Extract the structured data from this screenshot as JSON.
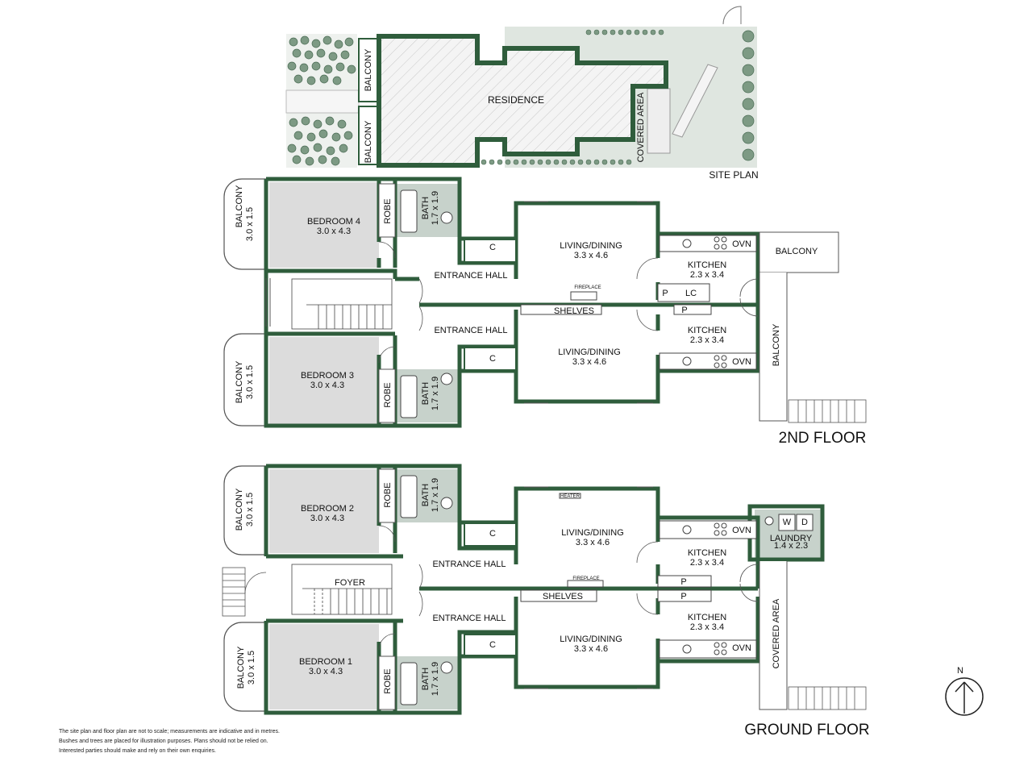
{
  "colors": {
    "wall": "#2f5d3c",
    "room_grey": "#dcdcdc",
    "wet_room": "#c7d2cb",
    "site_green": "#dfe6e0",
    "tree": "#7d9a84",
    "tree_dark": "#4a6b54"
  },
  "site_plan": {
    "title": "SITE PLAN",
    "residence": "RESIDENCE",
    "balcony_top": "BALCONY",
    "balcony_bottom": "BALCONY",
    "covered_area": "COVERED AREA"
  },
  "second_floor": {
    "title": "2ND FLOOR",
    "balcony_4": "BALCONY",
    "balcony_4_size": "3.0 x 1.5",
    "bedroom_4": "BEDROOM 4",
    "bedroom_4_size": "3.0 x 4.3",
    "robe_4": "ROBE",
    "bath_4": "BATH",
    "bath_4_size": "1.7 x 1.9",
    "c_upper": "C",
    "entrance_hall_upper": "ENTRANCE HALL",
    "living_upper": "LIVING/DINING",
    "living_upper_size": "3.3 x 4.6",
    "fireplace": "FIREPLACE",
    "shelves": "SHELVES",
    "kitchen_upper": "KITCHEN",
    "kitchen_upper_size": "2.3 x 3.4",
    "ovn_upper": "OVN",
    "p_upper": "P",
    "lc": "LC",
    "p_lower": "P",
    "balcony_right": "BALCONY",
    "balcony_side": "BALCONY",
    "entrance_hall_lower": "ENTRANCE HALL",
    "c_lower": "C",
    "living_lower": "LIVING/DINING",
    "living_lower_size": "3.3 x 4.6",
    "kitchen_lower": "KITCHEN",
    "kitchen_lower_size": "2.3 x 3.4",
    "ovn_lower": "OVN",
    "balcony_3": "BALCONY",
    "balcony_3_size": "3.0 x 1.5",
    "bedroom_3": "BEDROOM 3",
    "bedroom_3_size": "3.0 x 4.3",
    "robe_3": "ROBE",
    "bath_3": "BATH",
    "bath_3_size": "1.7 x 1.9"
  },
  "ground_floor": {
    "title": "GROUND FLOOR",
    "balcony_2": "BALCONY",
    "balcony_2_size": "3.0 x 1.5",
    "bedroom_2": "BEDROOM 2",
    "bedroom_2_size": "3.0 x 4.3",
    "robe_2": "ROBE",
    "bath_2": "BATH",
    "bath_2_size": "1.7 x 1.9",
    "c_upper": "C",
    "entrance_hall_upper": "ENTRANCE HALL",
    "heater": "HEATER",
    "living_upper": "LIVING/DINING",
    "living_upper_size": "3.3 x 4.6",
    "fireplace": "FIREPLACE",
    "shelves": "SHELVES",
    "kitchen_upper": "KITCHEN",
    "kitchen_upper_size": "2.3 x 3.4",
    "ovn_upper": "OVN",
    "p_upper": "P",
    "p_lower": "P",
    "laundry": "LAUNDRY",
    "laundry_size": "1.4 x 2.3",
    "w": "W",
    "d": "D",
    "foyer": "FOYER",
    "entrance_hall_lower": "ENTRANCE HALL",
    "c_lower": "C",
    "living_lower": "LIVING/DINING",
    "living_lower_size": "3.3 x 4.6",
    "kitchen_lower": "KITCHEN",
    "kitchen_lower_size": "2.3 x 3.4",
    "ovn_lower": "OVN",
    "covered_area": "COVERED AREA",
    "balcony_1": "BALCONY",
    "balcony_1_size": "3.0 x 1.5",
    "bedroom_1": "BEDROOM 1",
    "bedroom_1_size": "3.0 x 4.3",
    "robe_1": "ROBE",
    "bath_1": "BATH",
    "bath_1_size": "1.7 x 1.9"
  },
  "compass": {
    "north": "N",
    "icon": "north-arrow-icon"
  },
  "disclaimer": [
    "The site plan and floor plan are not to scale; measurements are indicative and in metres.",
    "Bushes and trees are placed for illustration purposes. Plans should not be relied on.",
    "Interested parties should make and rely on their own enquiries."
  ]
}
